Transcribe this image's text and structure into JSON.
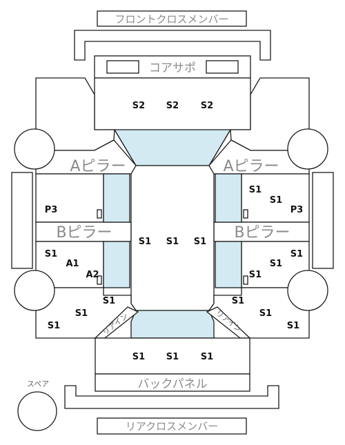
{
  "labels": {
    "front_cross_member": "フロントクロスメンバー",
    "core_support": "コアサポ",
    "a_pillar": "Aピラー",
    "b_pillar": "Bピラー",
    "back_panel": "バックパネル",
    "rear_cross_member": "リアクロスメンバー",
    "spare": "スペア",
    "rear_left_diag": "リアイン",
    "rear_right_diag": "リアイン"
  },
  "codes": {
    "front_s2": [
      "S2",
      "S2",
      "S2"
    ],
    "center_s1": [
      "S1",
      "S1",
      "S1"
    ],
    "rear_s1": [
      "S1",
      "S1",
      "S1"
    ],
    "p3": "P3",
    "s1": "S1",
    "a1": "A1",
    "a2": "A2"
  },
  "colors": {
    "glass": "#d3eaf2",
    "line": "#1a1a1a",
    "label_gray": "#8a8a8a"
  }
}
